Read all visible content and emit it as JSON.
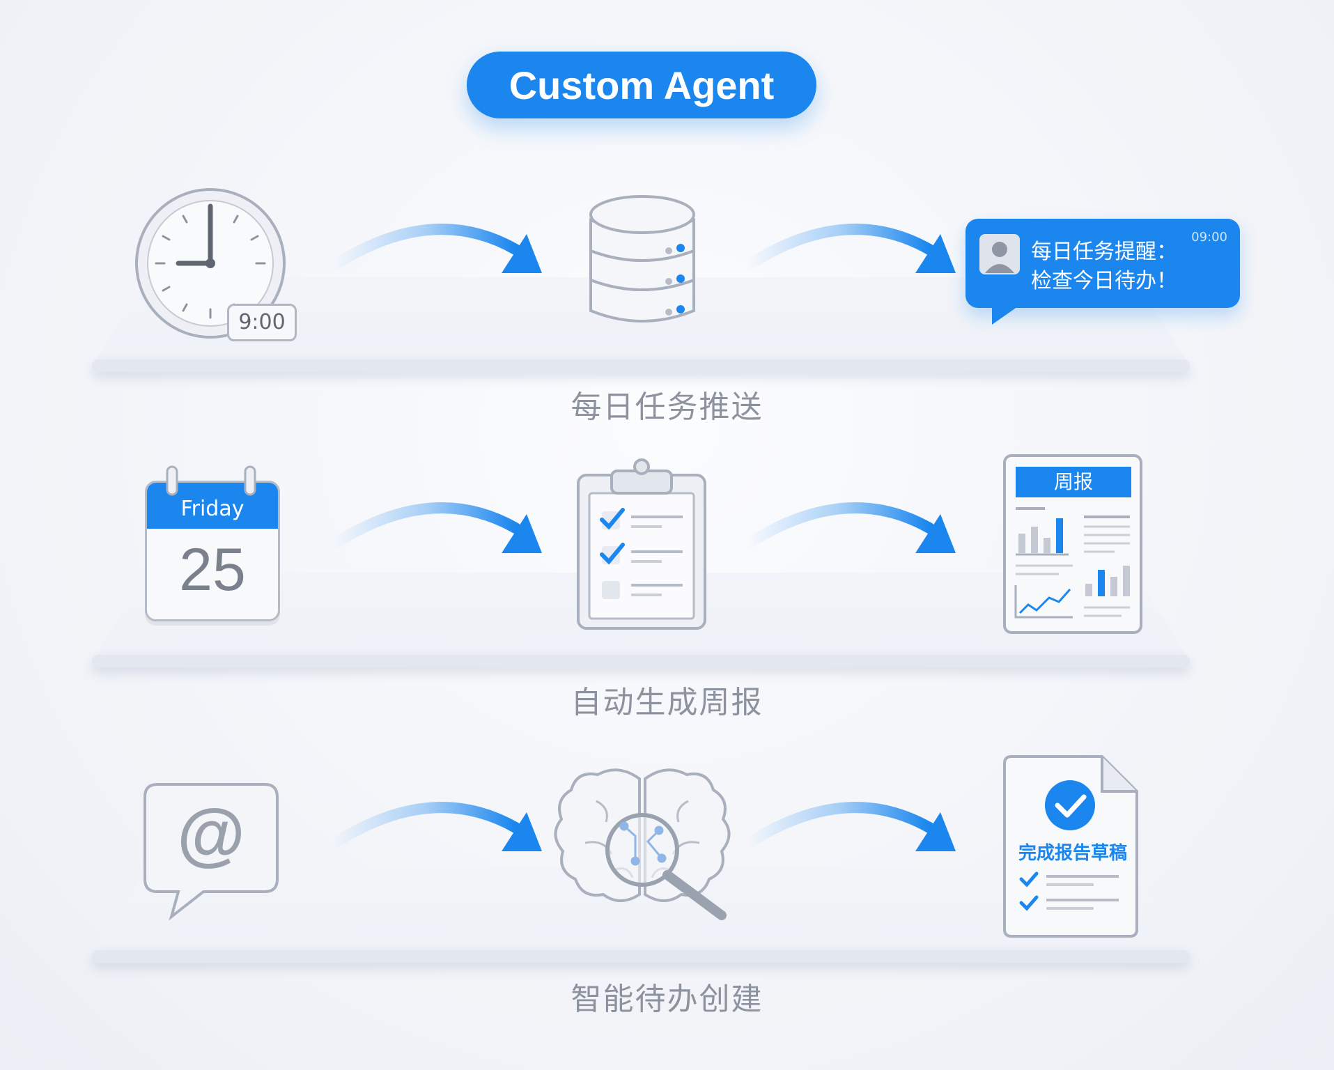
{
  "title": "Custom Agent",
  "rows": [
    {
      "label": "每日任务推送",
      "clock_time": "9:00",
      "notification": {
        "line1": "每日任务提醒：",
        "line2": "检查今日待办！",
        "time": "09:00"
      }
    },
    {
      "label": "自动生成周报",
      "calendar_day": "Friday",
      "calendar_date": "25",
      "report_title": "周报"
    },
    {
      "label": "智能待办创建",
      "mention_symbol": "@",
      "draft_title": "完成报告草稿"
    }
  ],
  "colors": {
    "accent": "#1a86ee",
    "icon_stroke": "#a9b0bd",
    "label": "#8c929e"
  },
  "icons": [
    "clock-icon",
    "database-icon",
    "chat-notification-icon",
    "calendar-icon",
    "checklist-clipboard-icon",
    "report-document-icon",
    "at-mention-bubble-icon",
    "brain-search-icon",
    "completed-document-icon",
    "arrow-icon"
  ]
}
